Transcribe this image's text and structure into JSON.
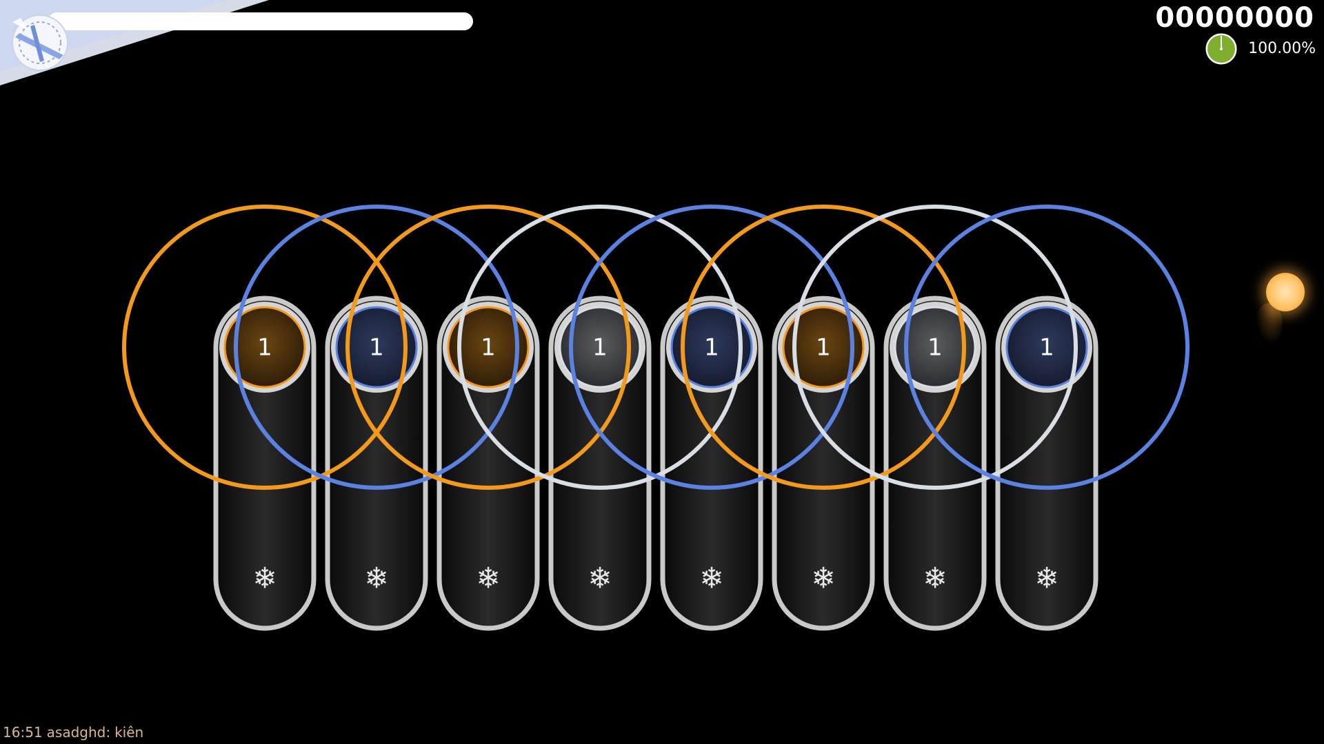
{
  "hud": {
    "score": "00000000",
    "accuracy": "100.00%",
    "accuracy_fraction": 1.0,
    "song_progress_fraction": 0.0,
    "accuracy_pie_color": "#7fae2e",
    "progress_bar_color": "#ffffff"
  },
  "chat": {
    "time": "16:51",
    "user": "asadghd:",
    "message": "kiên"
  },
  "objects": {
    "hit_circle_label": "1",
    "slider_end_icon": "snowflake-icon",
    "combo_colors": {
      "orange": "#f39a1c",
      "blue": "#5b82e0",
      "white": "#d9dee6"
    },
    "sequence": [
      "orange",
      "blue",
      "orange",
      "white",
      "blue",
      "orange",
      "white",
      "blue"
    ]
  },
  "cursor": {
    "color": "#ffc366"
  }
}
